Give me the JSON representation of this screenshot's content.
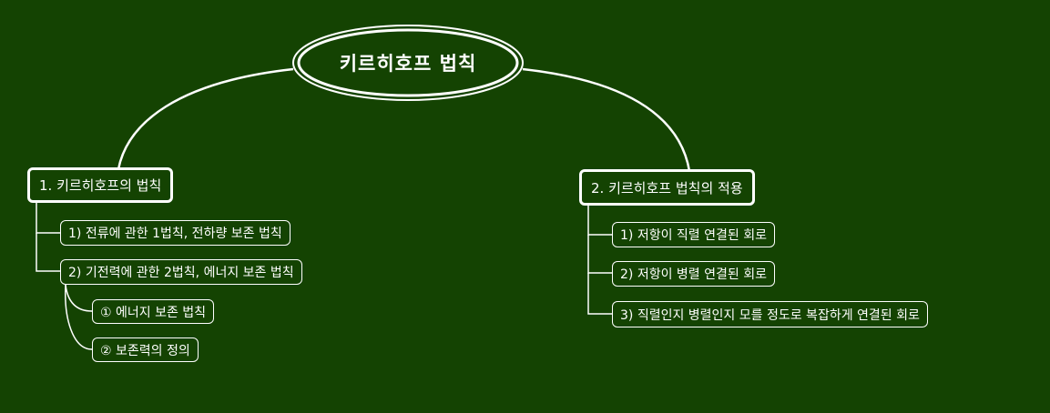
{
  "root": {
    "label": "키르히호프 법칙"
  },
  "branches": [
    {
      "label": "1. 키르히호프의 법칙",
      "children": [
        {
          "label": "1) 전류에 관한 1법칙, 전하량 보존 법칙",
          "children": []
        },
        {
          "label": "2) 기전력에 관한 2법칙, 에너지 보존 법칙",
          "children": [
            {
              "label": "① 에너지 보존 법칙"
            },
            {
              "label": "② 보존력의 정의"
            }
          ]
        }
      ]
    },
    {
      "label": "2. 키르히호프 법칙의 적용",
      "children": [
        {
          "label": "1) 저항이 직렬 연결된 회로",
          "children": []
        },
        {
          "label": "2) 저항이 병렬 연결된 회로",
          "children": []
        },
        {
          "label": "3) 직렬인지 병렬인지 모를 정도로 복잡하게 연결된 회로",
          "children": []
        }
      ]
    }
  ],
  "colors": {
    "background": "#144302",
    "line": "#ffffff",
    "text": "#ffffff"
  }
}
